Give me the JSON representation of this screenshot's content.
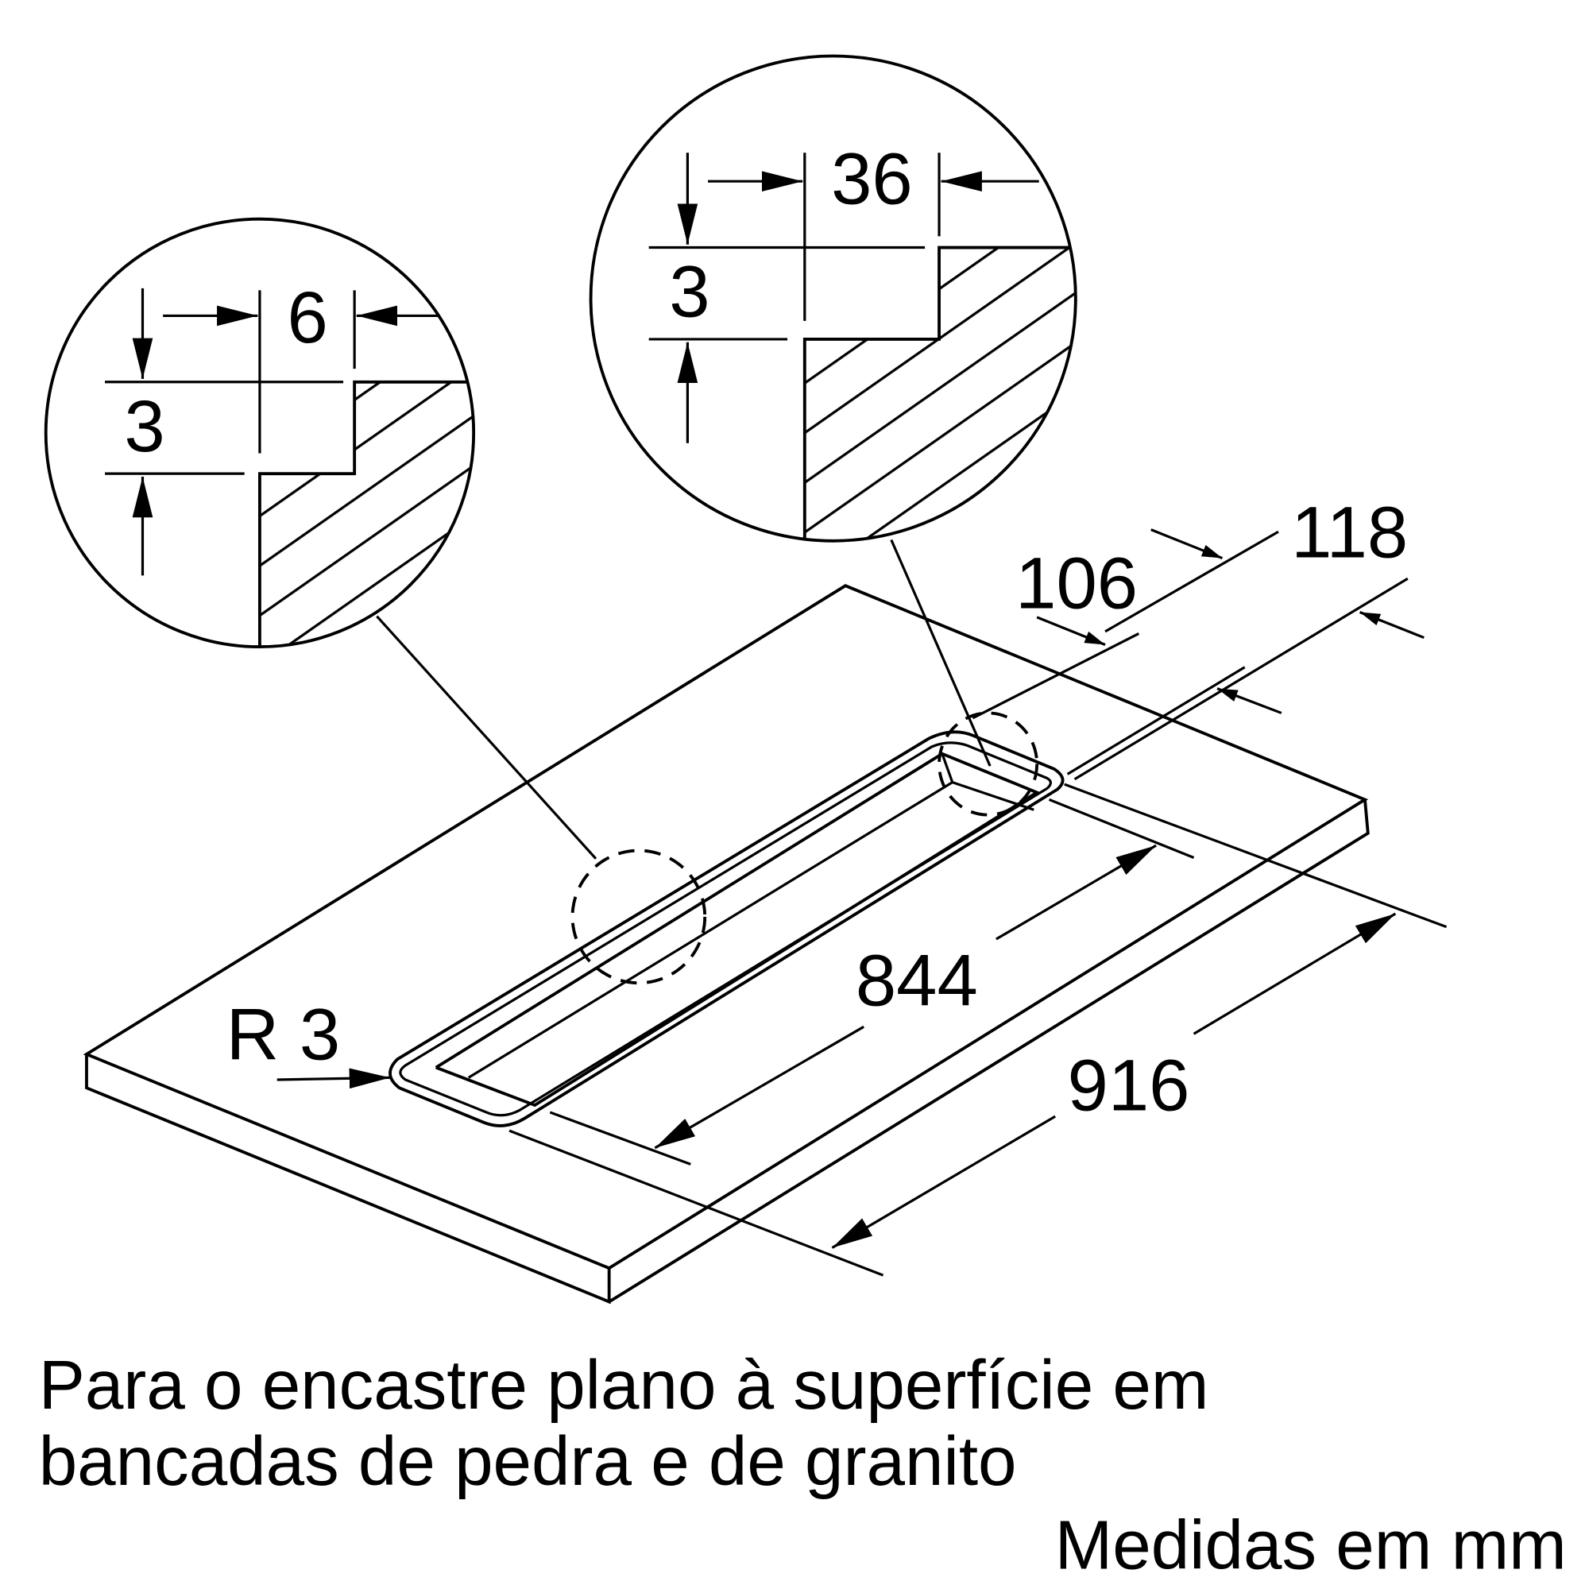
{
  "detail_left": {
    "width": "6",
    "depth": "3"
  },
  "detail_right": {
    "width": "36",
    "depth": "3"
  },
  "dimensions": {
    "d118": "118",
    "d106": "106",
    "d844": "844",
    "d916": "916",
    "radius": "R 3"
  },
  "caption": {
    "line1": "Para o encastre plano à superfície em",
    "line2": "bancadas de pedra e de granito"
  },
  "units": "Medidas em mm"
}
